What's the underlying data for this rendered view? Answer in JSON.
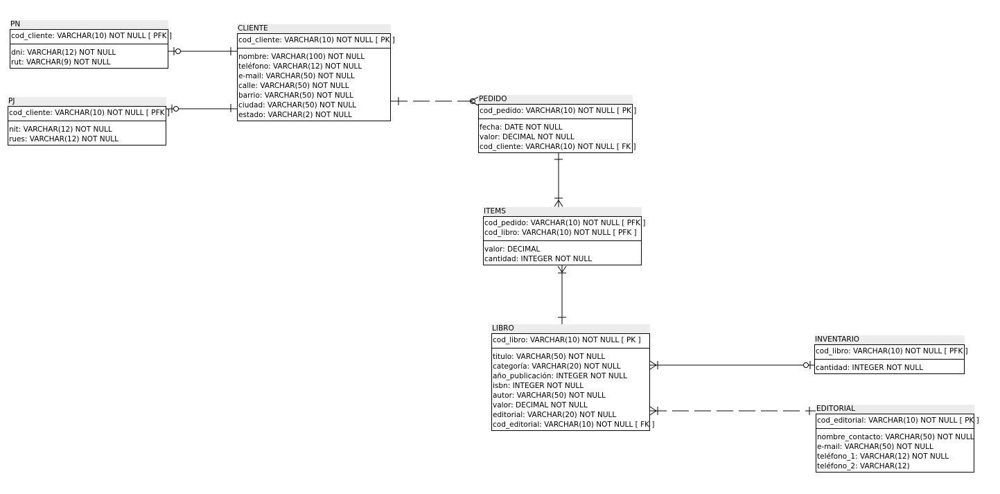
{
  "diagram": {
    "entities": {
      "pn": {
        "name": "PN",
        "pk": [
          "cod_cliente: VARCHAR(10)   NOT NULL  [ PFK ]"
        ],
        "attrs": [
          "dni: VARCHAR(12)   NOT NULL",
          "rut: VARCHAR(9)   NOT NULL"
        ]
      },
      "pj": {
        "name": "PJ",
        "pk": [
          "cod_cliente: VARCHAR(10)   NOT NULL  [ PFK ]"
        ],
        "attrs": [
          "nit: VARCHAR(12)   NOT NULL",
          "rues: VARCHAR(12)   NOT NULL"
        ]
      },
      "cliente": {
        "name": "CLIENTE",
        "pk": [
          "cod_cliente: VARCHAR(10)   NOT NULL  [ PK ]"
        ],
        "attrs": [
          "nombre: VARCHAR(100)   NOT NULL",
          "teléfono: VARCHAR(12)   NOT NULL",
          "e-mail: VARCHAR(50)   NOT NULL",
          "calle: VARCHAR(50)   NOT NULL",
          "barrio: VARCHAR(50)   NOT NULL",
          "ciudad: VARCHAR(50)   NOT NULL",
          "estado: VARCHAR(2)   NOT NULL"
        ]
      },
      "pedido": {
        "name": "PEDIDO",
        "pk": [
          "cod_pedido: VARCHAR(10)   NOT NULL  [ PK ]"
        ],
        "attrs": [
          "fecha: DATE   NOT NULL",
          "valor: DECIMAL   NOT NULL",
          "cod_cliente: VARCHAR(10)   NOT NULL  [ FK ]"
        ]
      },
      "items": {
        "name": "ITEMS",
        "pk": [
          "cod_pedido: VARCHAR(10)   NOT NULL  [ PFK ]",
          "cod_libro: VARCHAR(10)   NOT NULL  [ PFK ]"
        ],
        "attrs": [
          "valor: DECIMAL",
          "cantidad: INTEGER   NOT NULL"
        ]
      },
      "libro": {
        "name": "LIBRO",
        "pk": [
          "cod_libro: VARCHAR(10)   NOT NULL  [ PK ]"
        ],
        "attrs": [
          "titulo: VARCHAR(50)   NOT NULL",
          "categoría: VARCHAR(20)   NOT NULL",
          "año_publicación: INTEGER   NOT NULL",
          "isbn: INTEGER   NOT NULL",
          "autor: VARCHAR(50)   NOT NULL",
          "valor: DECIMAL   NOT NULL",
          "editorial: VARCHAR(20)   NOT NULL",
          "cod_editorial: VARCHAR(10)   NOT NULL  [ FK ]"
        ]
      },
      "inventario": {
        "name": "INVENTARIO",
        "pk": [
          "cod_libro: VARCHAR(10)   NOT NULL  [ PFK ]"
        ],
        "attrs": [
          "cantidad: INTEGER   NOT NULL"
        ]
      },
      "editorial": {
        "name": "EDITORIAL",
        "pk": [
          "cod_editorial: VARCHAR(10)   NOT NULL  [ PK ]"
        ],
        "attrs": [
          "nombre_contacto: VARCHAR(50)   NOT NULL",
          "e-mail: VARCHAR(50)   NOT NULL",
          "teléfono_1: VARCHAR(12)   NOT NULL",
          "teléfono_2: VARCHAR(12)"
        ]
      }
    },
    "relationships": [
      {
        "from": "cliente",
        "to": "pn",
        "identifying": true,
        "from_end": "one",
        "to_end": "zero-or-one"
      },
      {
        "from": "cliente",
        "to": "pj",
        "identifying": true,
        "from_end": "one",
        "to_end": "zero-or-one"
      },
      {
        "from": "cliente",
        "to": "pedido",
        "identifying": false,
        "from_end": "one",
        "to_end": "zero-or-many"
      },
      {
        "from": "pedido",
        "to": "items",
        "identifying": true,
        "from_end": "one",
        "to_end": "one-or-many"
      },
      {
        "from": "libro",
        "to": "items",
        "identifying": true,
        "from_end": "one",
        "to_end": "one-or-many"
      },
      {
        "from": "libro",
        "to": "inventario",
        "identifying": true,
        "from_end": "one-or-many",
        "to_end": "zero-or-one"
      },
      {
        "from": "editorial",
        "to": "libro",
        "identifying": false,
        "from_end": "one",
        "to_end": "one-or-many"
      }
    ],
    "colors": {
      "line": "#000000",
      "title_bg": "#ececec",
      "box_bg": "#ffffff"
    }
  }
}
